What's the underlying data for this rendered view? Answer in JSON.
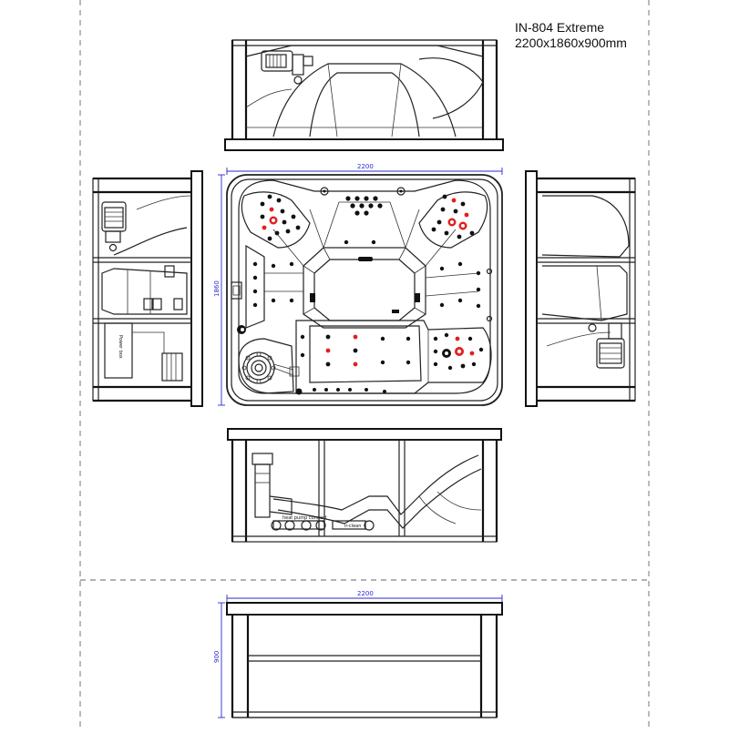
{
  "title": {
    "model": "IN-804 Extreme",
    "size": "2200x1860x900mm"
  },
  "dimensions": {
    "top_width": "2200",
    "top_depth": "1860",
    "front_width": "2200",
    "front_height": "900"
  },
  "labels": {
    "power_box": "Power box",
    "heat_pump": "heat pump connect",
    "ir_clean": "ir-clean"
  },
  "colors": {
    "line": "#222222",
    "dimension": "#2a2ad0",
    "jet_red": "#e02020"
  }
}
